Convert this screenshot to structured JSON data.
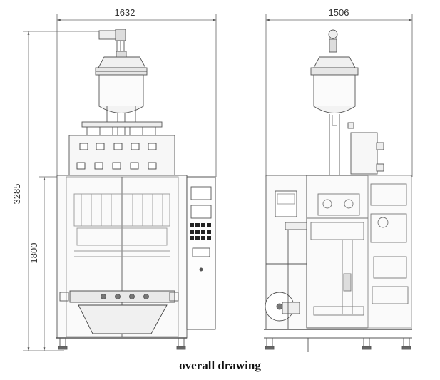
{
  "caption": "overall drawing",
  "dimensions": {
    "front_width": "1632",
    "side_width": "1506",
    "total_height": "3285",
    "lower_height": "1800"
  },
  "colors": {
    "line": "#555555",
    "light": "#9a9a9a",
    "fill": "#f4f4f4",
    "dark": "#333333"
  }
}
